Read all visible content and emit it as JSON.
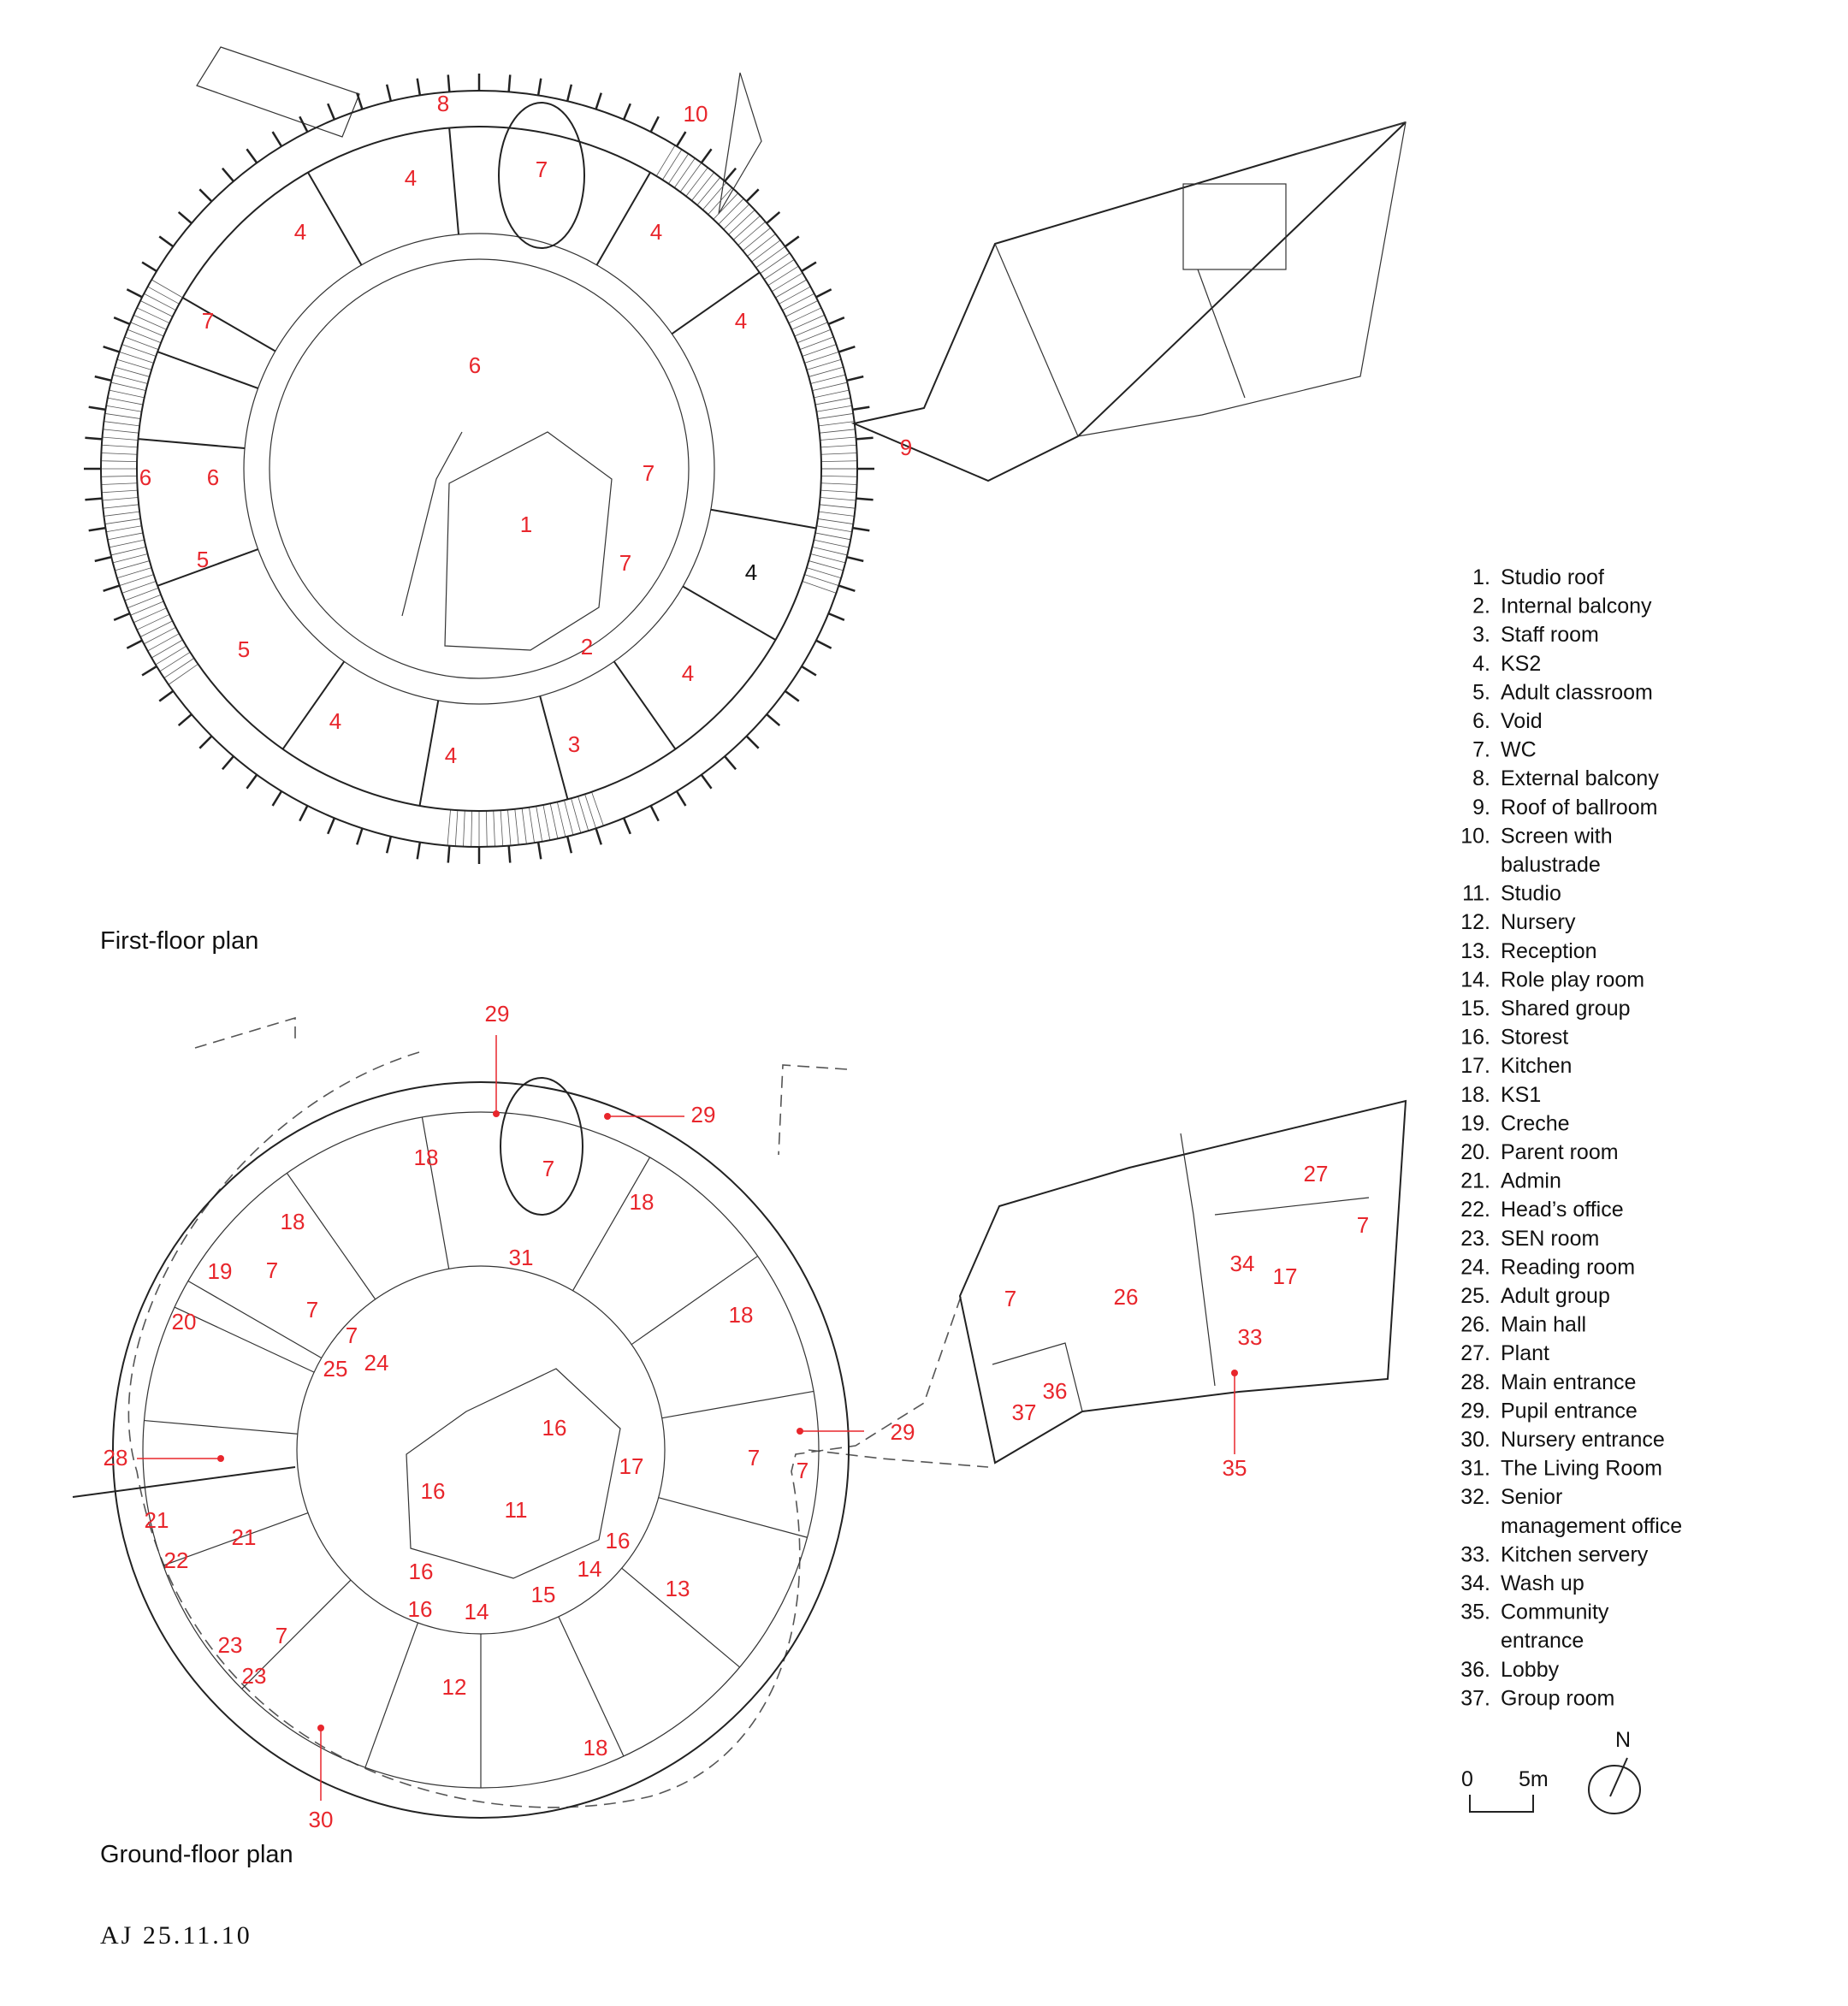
{
  "captions": {
    "first_floor": "First-floor plan",
    "ground_floor": "Ground-floor plan",
    "publication": "AJ 25.11.10"
  },
  "first_floor_labels": [
    "8",
    "10",
    "7",
    "4",
    "4",
    "4",
    "4",
    "7",
    "6",
    "6",
    "6",
    "7",
    "1",
    "7",
    "4",
    "5",
    "5",
    "2",
    "4",
    "4",
    "4",
    "3",
    "9"
  ],
  "ground_floor_labels": [
    "29",
    "29",
    "7",
    "18",
    "18",
    "18",
    "31",
    "19",
    "7",
    "20",
    "7",
    "7",
    "25",
    "24",
    "18",
    "28",
    "16",
    "29",
    "11",
    "17",
    "7",
    "7",
    "16",
    "21",
    "21",
    "22",
    "16",
    "16",
    "14",
    "13",
    "15",
    "16",
    "14",
    "23",
    "7",
    "23",
    "12",
    "18",
    "30",
    "26",
    "27",
    "7",
    "34",
    "17",
    "33",
    "7",
    "36",
    "37",
    "35"
  ],
  "legend": [
    {
      "num": "1.",
      "text": [
        "Studio roof"
      ]
    },
    {
      "num": "2.",
      "text": [
        "Internal balcony"
      ]
    },
    {
      "num": "3.",
      "text": [
        "Staff room"
      ]
    },
    {
      "num": "4.",
      "text": [
        "KS2"
      ]
    },
    {
      "num": "5.",
      "text": [
        "Adult classroom"
      ]
    },
    {
      "num": "6.",
      "text": [
        "Void"
      ]
    },
    {
      "num": "7.",
      "text": [
        "WC"
      ]
    },
    {
      "num": "8.",
      "text": [
        "External balcony"
      ]
    },
    {
      "num": "9.",
      "text": [
        "Roof of ballroom"
      ]
    },
    {
      "num": "10.",
      "text": [
        "Screen with",
        "balustrade"
      ]
    },
    {
      "num": "11.",
      "text": [
        "Studio"
      ]
    },
    {
      "num": "12.",
      "text": [
        "Nursery"
      ]
    },
    {
      "num": "13.",
      "text": [
        "Reception"
      ]
    },
    {
      "num": "14.",
      "text": [
        "Role play room"
      ]
    },
    {
      "num": "15.",
      "text": [
        "Shared group"
      ]
    },
    {
      "num": "16.",
      "text": [
        "Storest"
      ]
    },
    {
      "num": "17.",
      "text": [
        "Kitchen"
      ]
    },
    {
      "num": "18.",
      "text": [
        "KS1"
      ]
    },
    {
      "num": "19.",
      "text": [
        "Creche"
      ]
    },
    {
      "num": "20.",
      "text": [
        "Parent room"
      ]
    },
    {
      "num": "21.",
      "text": [
        "Admin"
      ]
    },
    {
      "num": "22.",
      "text": [
        "Head’s office"
      ]
    },
    {
      "num": "23.",
      "text": [
        "SEN room"
      ]
    },
    {
      "num": "24.",
      "text": [
        "Reading room"
      ]
    },
    {
      "num": "25.",
      "text": [
        "Adult group"
      ]
    },
    {
      "num": "26.",
      "text": [
        "Main hall"
      ]
    },
    {
      "num": "27.",
      "text": [
        "Plant"
      ]
    },
    {
      "num": "28.",
      "text": [
        "Main entrance"
      ]
    },
    {
      "num": "29.",
      "text": [
        "Pupil entrance"
      ]
    },
    {
      "num": "30.",
      "text": [
        "Nursery entrance"
      ]
    },
    {
      "num": "31.",
      "text": [
        "The Living Room"
      ]
    },
    {
      "num": "32.",
      "text": [
        "Senior",
        "management office"
      ]
    },
    {
      "num": "33.",
      "text": [
        "Kitchen servery"
      ]
    },
    {
      "num": "34.",
      "text": [
        "Wash up"
      ]
    },
    {
      "num": "35.",
      "text": [
        "Community",
        "entrance"
      ]
    },
    {
      "num": "36.",
      "text": [
        "Lobby"
      ]
    },
    {
      "num": "37.",
      "text": [
        "Group room"
      ]
    }
  ],
  "scale_bar": {
    "start": "0",
    "end": "5m"
  },
  "north": "N",
  "colors": {
    "label": "#e8262c",
    "line": "#222222"
  }
}
